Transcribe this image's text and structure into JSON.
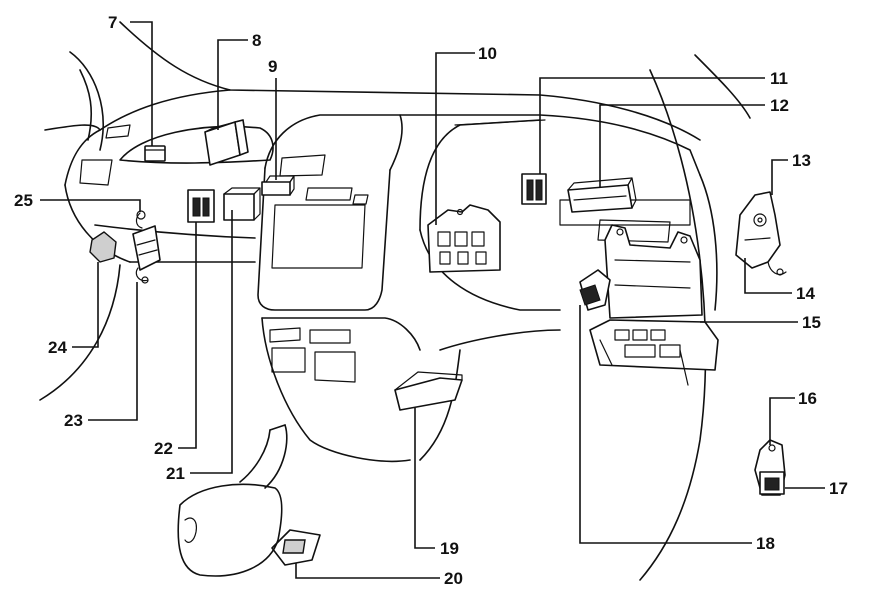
{
  "callouts": [
    {
      "id": "c7",
      "label": "7"
    },
    {
      "id": "c8",
      "label": "8"
    },
    {
      "id": "c9",
      "label": "9"
    },
    {
      "id": "c10",
      "label": "10"
    },
    {
      "id": "c11",
      "label": "11"
    },
    {
      "id": "c12",
      "label": "12"
    },
    {
      "id": "c13",
      "label": "13"
    },
    {
      "id": "c14",
      "label": "14"
    },
    {
      "id": "c15",
      "label": "15"
    },
    {
      "id": "c16",
      "label": "16"
    },
    {
      "id": "c17",
      "label": "17"
    },
    {
      "id": "c18",
      "label": "18"
    },
    {
      "id": "c19",
      "label": "19"
    },
    {
      "id": "c20",
      "label": "20"
    },
    {
      "id": "c21",
      "label": "21"
    },
    {
      "id": "c22",
      "label": "22"
    },
    {
      "id": "c23",
      "label": "23"
    },
    {
      "id": "c24",
      "label": "24"
    },
    {
      "id": "c25",
      "label": "25"
    }
  ]
}
